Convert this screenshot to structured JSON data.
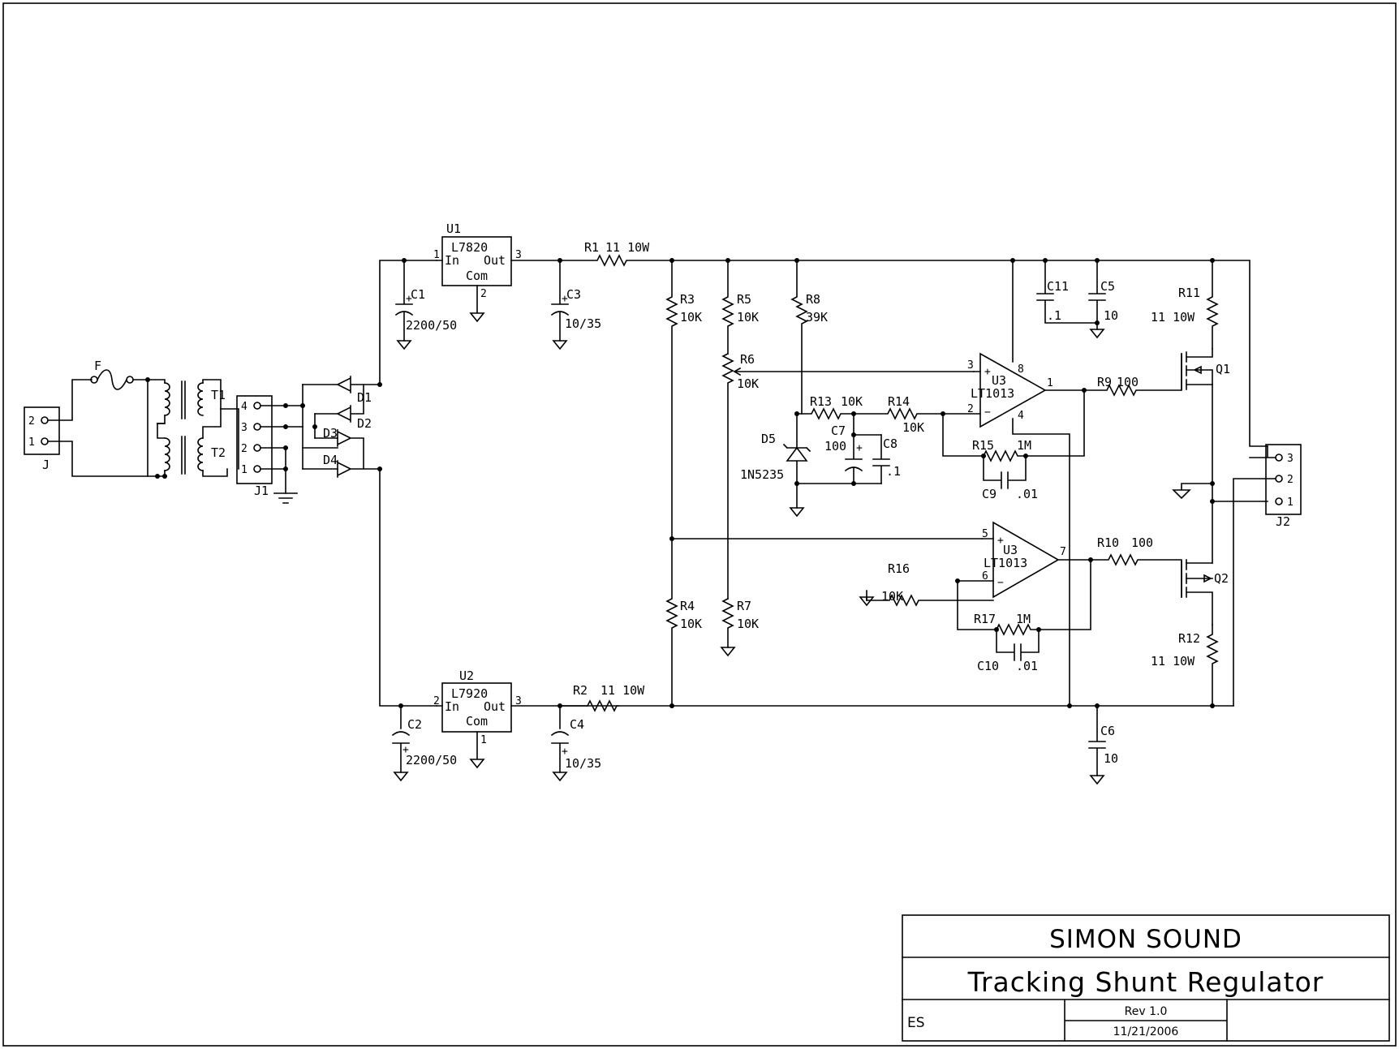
{
  "title_block": {
    "company": "SIMON SOUND",
    "title": "Tracking Shunt Regulator",
    "author": "ES",
    "rev": "Rev 1.0",
    "date": "11/21/2006"
  },
  "labels": {
    "J": "J",
    "J_p2": "2",
    "J_p1": "1",
    "F": "F",
    "T1": "T1",
    "T2": "T2",
    "J1": "J1",
    "J1_p4": "4",
    "J1_p3": "3",
    "J1_p2": "2",
    "J1_p1": "1",
    "D1": "D1",
    "D2": "D2",
    "D3": "D3",
    "D4": "D4",
    "U1": "U1",
    "U1_part": "L7820",
    "U1_in": "In",
    "U1_out": "Out",
    "U1_com": "Com",
    "U1_p1": "1",
    "U1_p3": "3",
    "U1_p2": "2",
    "U2": "U2",
    "U2_part": "L7920",
    "U2_in": "In",
    "U2_out": "Out",
    "U2_com": "Com",
    "U2_p2": "2",
    "U2_p3": "3",
    "U2_p1": "1",
    "C1": "C1",
    "C1_val": "2200/50",
    "C2": "C2",
    "C2_val": "2200/50",
    "C3": "C3",
    "C3_val": "10/35",
    "C4": "C4",
    "C4_val": "10/35",
    "R1": "R1",
    "R1_val": "11  10W",
    "R2": "R2",
    "R2_val": "11  10W",
    "R3": "R3",
    "R3_val": "10K",
    "R4": "R4",
    "R4_val": "10K",
    "R5": "R5",
    "R5_val": "10K",
    "R6": "R6",
    "R6_val": "10K",
    "R7": "R7",
    "R7_val": "10K",
    "R8": "R8",
    "R8_val": "39K",
    "R13": "R13",
    "R13_val": "10K",
    "R14": "R14",
    "R14_val": "10K",
    "D5": "D5",
    "D5_part": "1N5235",
    "C7": "C7",
    "C7_val": "100",
    "C8": "C8",
    "C8_val": ".1",
    "U3a": "U3",
    "U3a_part": "LT1013",
    "U3a_p3": "3",
    "U3a_p2": "2",
    "U3a_p8": "8",
    "U3a_p4": "4",
    "U3a_p1": "1",
    "U3b": "U3",
    "U3b_part": "LT1013",
    "U3b_p5": "5",
    "U3b_p6": "6",
    "U3b_p7": "7",
    "plus": "+",
    "minus": "−",
    "R15": "R15",
    "R15_val": "1M",
    "C9": "C9",
    "C9_val": ".01",
    "R16": "R16",
    "R16_val": "10K",
    "R17": "R17",
    "R17_val": "1M",
    "C10": "C10",
    "C10_val": ".01",
    "C11": "C11",
    "C11_val": ".1",
    "C5": "C5",
    "C5_val": "10",
    "C6": "C6",
    "C6_val": "10",
    "R9": "R9",
    "R9_val": "100",
    "R10": "R10",
    "R10_val": "100",
    "R11": "R11",
    "R11_val": "11  10W",
    "R12": "R12",
    "R12_val": "11  10W",
    "Q1": "Q1",
    "Q2": "Q2",
    "J2": "J2",
    "J2_p3": "3",
    "J2_p2": "2",
    "J2_p1": "1"
  }
}
